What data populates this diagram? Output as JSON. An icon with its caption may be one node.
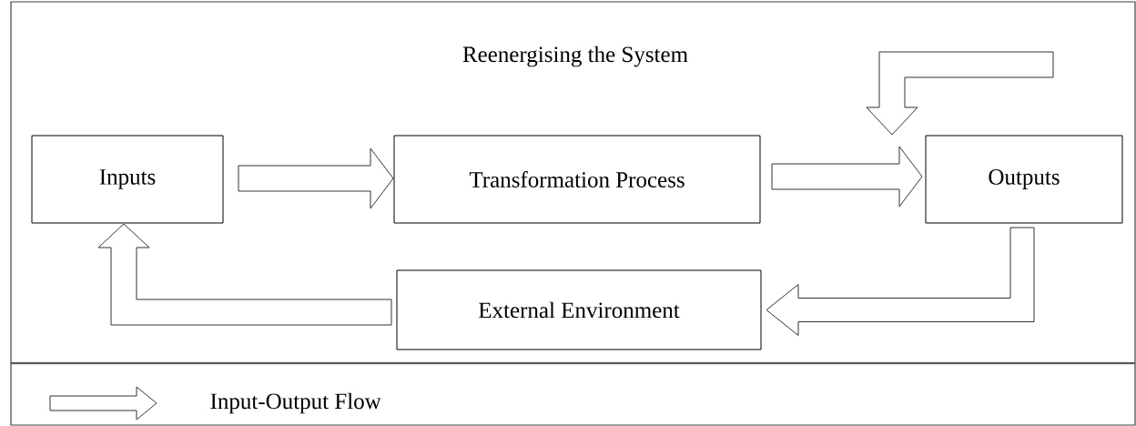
{
  "diagram": {
    "nodes": [
      {
        "text": [
          "Inputs"
        ]
      },
      {
        "text": [
          "Transformation Process"
        ]
      },
      {
        "text": [
          "Outputs"
        ]
      },
      {
        "text": [
          "External Environment"
        ]
      }
    ],
    "edges": [
      {
        "from": 0,
        "to": 1,
        "arrow": "to"
      },
      {
        "from": 1,
        "to": 2,
        "arrow": "to"
      },
      {
        "from": 2,
        "to": 3,
        "arrow": "to"
      },
      {
        "from": 3,
        "to": 0,
        "arrow": "to"
      },
      {
        "from": null,
        "to": 2,
        "arrow": "to"
      }
    ],
    "labels": [
      "Reenergising the System"
    ],
    "legend": [
      {
        "text": "Input-Output Flow"
      }
    ]
  }
}
